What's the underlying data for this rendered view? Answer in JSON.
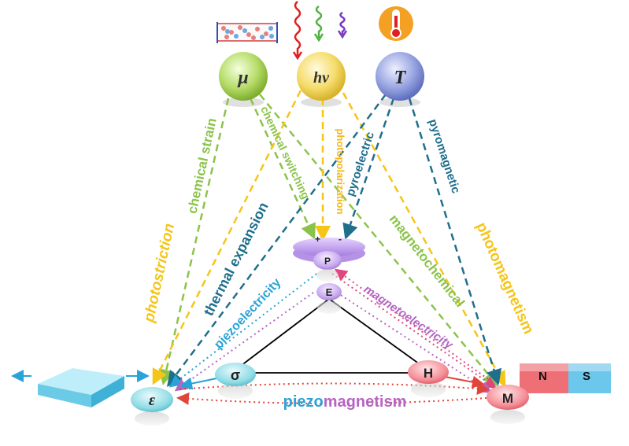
{
  "sources": {
    "mu": "μ",
    "hv": "hv",
    "T": "T"
  },
  "nodes": {
    "P": "P",
    "E": "E",
    "sigma": "σ",
    "H": "H",
    "epsilon": "ε",
    "M": "M",
    "plus": "+",
    "minus": "-"
  },
  "magnet": {
    "north": "N",
    "south": "S"
  },
  "labels": {
    "chemical_strain": "chemical strain",
    "chemical_switching": "chemical switching",
    "photopolarization": "photopolarization",
    "pyroelectric": "pyroelectric",
    "pyromagnetic": "pyromagnetic",
    "photostriction": "photostriction",
    "thermal_expansion": "thermal expansion",
    "magnetochemical": "magnetochemical",
    "photomagnetism": "photomagnetism",
    "piezoelectricity": "piezoelectricity",
    "magnetoelectricity": "magnetoelectricity",
    "piezomagnetism_piezo": "piezo",
    "piezomagnetism_magnetism": "magnetism"
  },
  "colors": {
    "mu": "#8bc34a",
    "hv": "#f5c518",
    "T": "#1f6f8b",
    "piezo": "#29a3d8",
    "magnetism": "#b565c2",
    "magnetoelectric": "#e0457b"
  }
}
